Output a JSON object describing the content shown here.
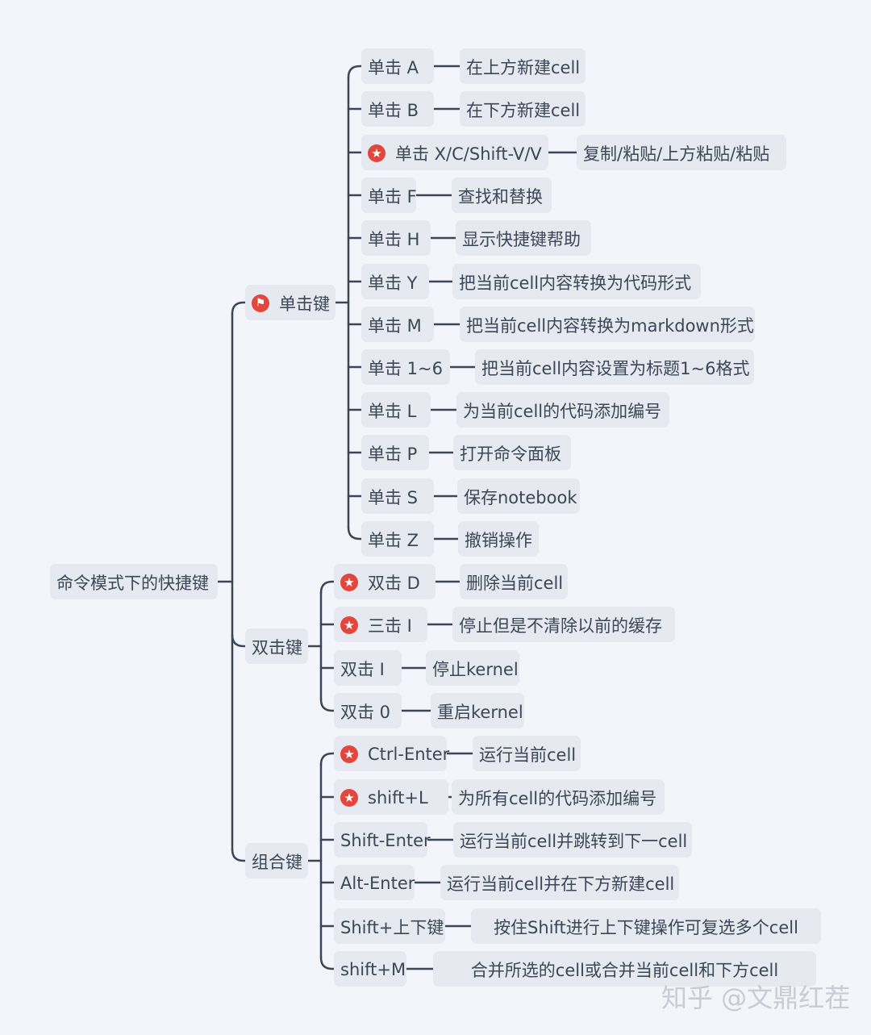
{
  "root": "命令模式下的快捷键",
  "groups": [
    {
      "label": "单击键",
      "marker": "flag-icon",
      "items": [
        {
          "key": "单击   A",
          "desc": "在上方新建cell"
        },
        {
          "key": "单击   B",
          "desc": "在下方新建cell"
        },
        {
          "key": "单击   X/C/Shift-V/V",
          "desc": "复制/粘贴/上方粘贴/粘贴",
          "marker": "star-icon"
        },
        {
          "key": "单击   F",
          "desc": "查找和替换"
        },
        {
          "key": "单击   H",
          "desc": "显示快捷键帮助"
        },
        {
          "key": "单击   Y",
          "desc": "把当前cell内容转换为代码形式"
        },
        {
          "key": "单击   M",
          "desc": "把当前cell内容转换为markdown形式"
        },
        {
          "key": "单击   1~6",
          "desc": "把当前cell内容设置为标题1~6格式"
        },
        {
          "key": "单击   L",
          "desc": "为当前cell的代码添加编号"
        },
        {
          "key": "单击   P",
          "desc": "打开命令面板"
        },
        {
          "key": "单击   S",
          "desc": "保存notebook"
        },
        {
          "key": "单击   Z",
          "desc": "撤销操作"
        }
      ]
    },
    {
      "label": "双击键",
      "items": [
        {
          "key": "双击   D",
          "desc": "删除当前cell",
          "marker": "star-icon"
        },
        {
          "key": "三击   I",
          "desc": "停止但是不清除以前的缓存",
          "marker": "star-icon"
        },
        {
          "key": "双击   I",
          "desc": "停止kernel"
        },
        {
          "key": "双击   0",
          "desc": "重启kernel"
        }
      ]
    },
    {
      "label": "组合键",
      "items": [
        {
          "key": "Ctrl-Enter",
          "desc": "运行当前cell",
          "marker": "star-icon"
        },
        {
          "key": "shift+L",
          "desc": "为所有cell的代码添加编号",
          "marker": "star-icon"
        },
        {
          "key": "Shift-Enter",
          "desc": "运行当前cell并跳转到下一cell"
        },
        {
          "key": "Alt-Enter",
          "desc": "运行当前cell并在下方新建cell"
        },
        {
          "key": "Shift+上下键",
          "desc": "按住Shift进行上下键操作可复选多个cell"
        },
        {
          "key": "shift+M",
          "desc": "合并所选的cell或合并当前cell和下方cell"
        }
      ]
    }
  ],
  "watermark": "知乎 @文鼎红茬",
  "colors": {
    "background": "#f3f5fb",
    "node": "#e6e9f0",
    "line": "#3b4657",
    "text": "#3c4656",
    "marker": "#e2463c"
  }
}
